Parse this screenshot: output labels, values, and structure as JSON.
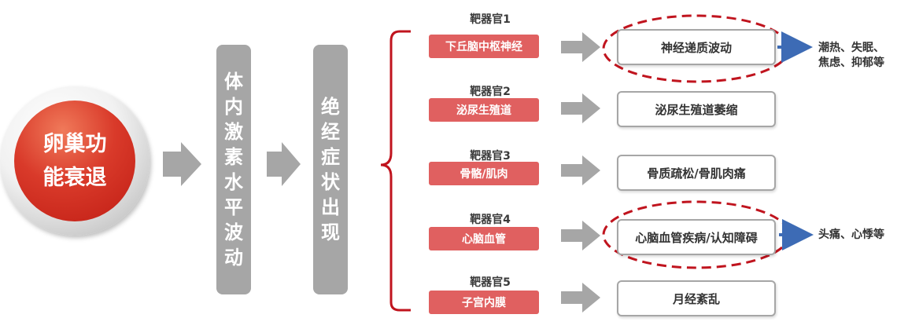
{
  "source": {
    "line1": "卵巢功",
    "line2": "能衰退"
  },
  "stage1": [
    "体",
    "内",
    "激",
    "素",
    "水",
    "平",
    "波",
    "动"
  ],
  "stage2": [
    "绝",
    "经",
    "症",
    "状",
    "出",
    "现"
  ],
  "organs": [
    {
      "title": "靶器官1",
      "label": "下丘脑中枢神经",
      "result": "神经递质波动"
    },
    {
      "title": "靶器官2",
      "label": "泌尿生殖道",
      "result": "泌尿生殖道萎缩"
    },
    {
      "title": "靶器官3",
      "label": "骨骼/肌肉",
      "result": "骨质疏松/骨肌肉痛"
    },
    {
      "title": "靶器官4",
      "label": "心脑血管",
      "result": "心脑血管疾病/认知障碍"
    },
    {
      "title": "靶器官5",
      "label": "子宫内膜",
      "result": "月经紊乱"
    }
  ],
  "symptoms": {
    "organ1": [
      "潮热、失眠、",
      "焦虑、抑郁等"
    ],
    "organ4": [
      "头痛、心悸等"
    ]
  },
  "colors": {
    "accent_red": "#c0141e",
    "organ_fill": "#e06060",
    "gray": "#a6a6a6",
    "blue_arrow": "#3d6bb5"
  }
}
